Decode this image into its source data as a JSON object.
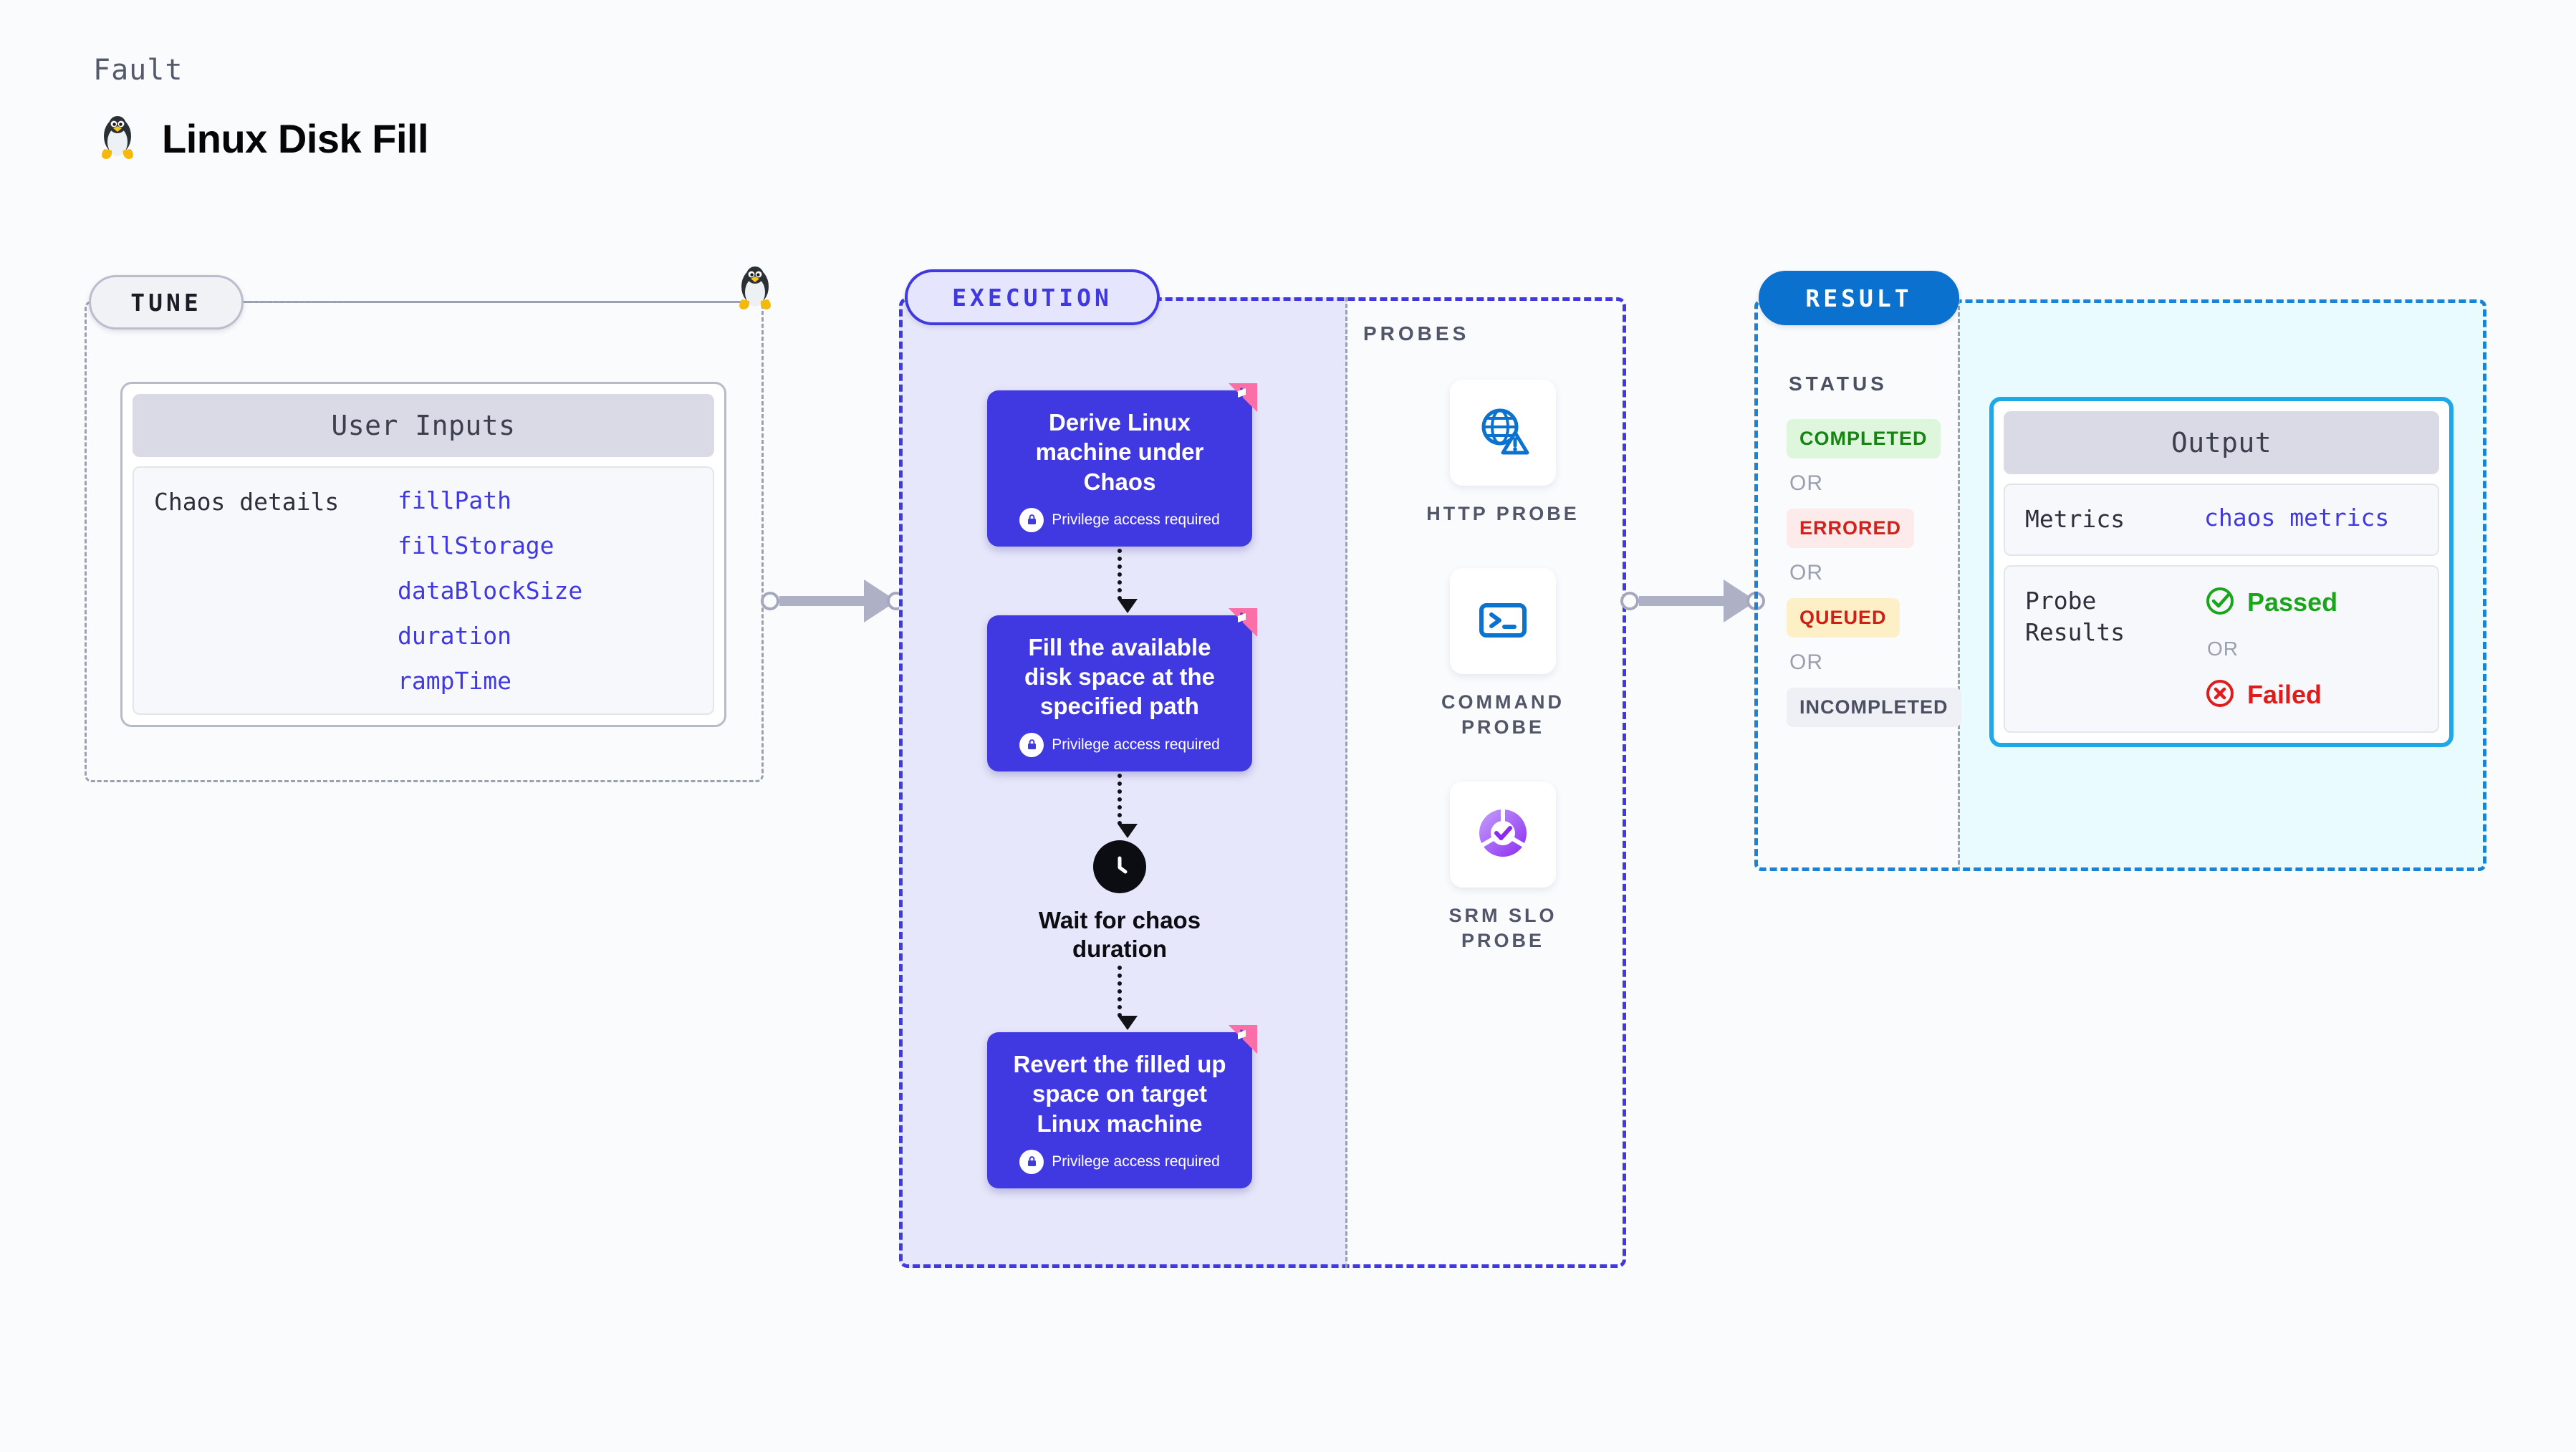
{
  "header": {
    "kicker": "Fault",
    "title": "Linux Disk Fill",
    "icon": "linux-tux-icon"
  },
  "tune": {
    "pill_label": "TUNE",
    "card": {
      "head": "User Inputs",
      "key": "Chaos details",
      "values": [
        "fillPath",
        "fillStorage",
        "dataBlockSize",
        "duration",
        "rampTime"
      ]
    }
  },
  "execution": {
    "pill_label": "EXECUTION",
    "steps": [
      {
        "title": "Derive Linux machine under Chaos",
        "privilege": "Privilege access required",
        "flag": true
      },
      {
        "title": "Fill the available disk space at the specified path",
        "privilege": "Privilege access required",
        "flag": true
      }
    ],
    "wait": {
      "label": "Wait for chaos duration",
      "icon": "clock-icon"
    },
    "final_step": {
      "title": "Revert the filled up space on target Linux machine",
      "privilege": "Privilege access required",
      "flag": true
    }
  },
  "probes": {
    "title": "PROBES",
    "items": [
      {
        "label": "HTTP PROBE",
        "icon": "globe-warning-icon"
      },
      {
        "label": "COMMAND\nPROBE",
        "icon": "terminal-icon"
      },
      {
        "label": "SRM SLO\nPROBE",
        "icon": "slo-donut-check-icon"
      }
    ]
  },
  "result": {
    "pill_label": "RESULT",
    "status_title": "STATUS",
    "or_label": "OR",
    "statuses": [
      {
        "label": "COMPLETED",
        "bg": "#ddf6dc",
        "fg": "#158412"
      },
      {
        "label": "ERRORED",
        "bg": "#fdeaea",
        "fg": "#d0231c"
      },
      {
        "label": "QUEUED",
        "bg": "#fdf0c7",
        "fg": "#cf2016"
      },
      {
        "label": "INCOMPLETED",
        "bg": "#eff0f5",
        "fg": "#4a4f61"
      }
    ],
    "output": {
      "head": "Output",
      "metrics_key": "Metrics",
      "metrics_value": "chaos metrics",
      "probe_results_key": "Probe\nResults",
      "passed_label": "Passed",
      "failed_label": "Failed",
      "or_label": "OR",
      "passed_icon": "check-circle-icon",
      "failed_icon": "x-circle-icon"
    }
  },
  "colors": {
    "primary_purple": "#4038e0",
    "result_blue": "#0a72ce",
    "output_border": "#1fa8e8",
    "flag_pink": "#f95a9e",
    "probe_blue": "#0b72cf",
    "slo_purple": "#9a4df0",
    "passed_green": "#1aa61a",
    "failed_red": "#e01b1b"
  }
}
